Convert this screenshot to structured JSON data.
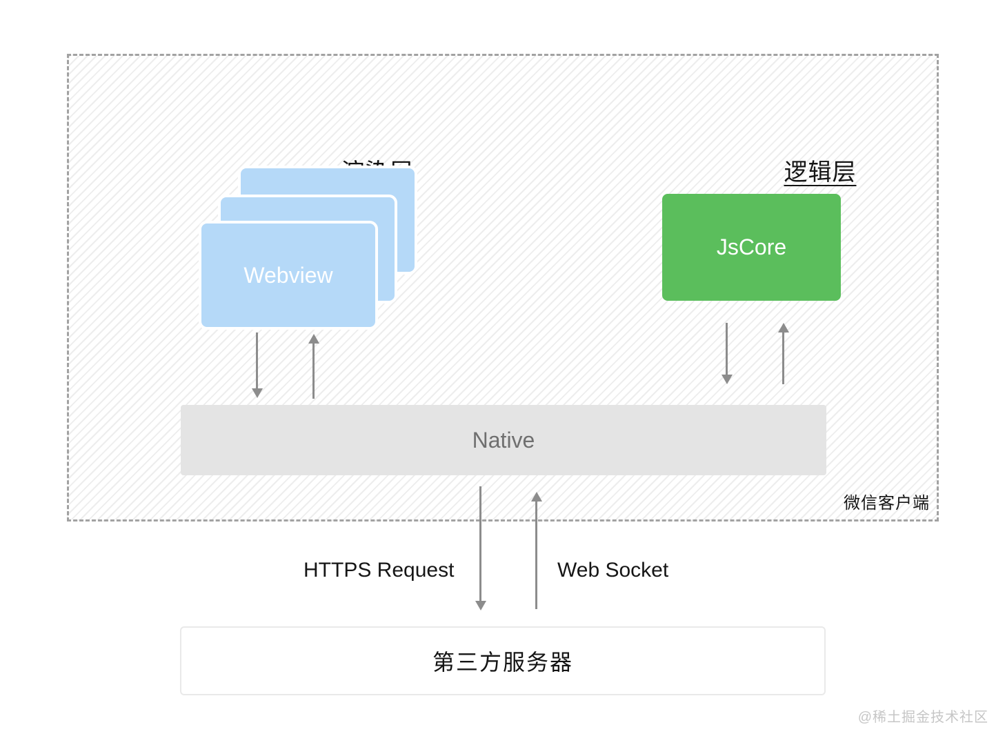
{
  "client": {
    "label": "微信客户端",
    "render_layer": {
      "title": "渲染层",
      "webview": {
        "label": "Webview"
      }
    },
    "logic_layer": {
      "title": "逻辑层",
      "jscore": {
        "label": "JsCore"
      }
    },
    "native": {
      "label": "Native"
    }
  },
  "connections": {
    "https_label": "HTTPS Request",
    "websocket_label": "Web Socket"
  },
  "server": {
    "label": "第三方服务器"
  },
  "watermark": "@稀土掘金技术社区",
  "colors": {
    "webview_blue": "#b5d9f8",
    "jscore_green": "#5bbe5c",
    "native_gray": "#e4e4e4",
    "arrow_gray": "#8c8c8c",
    "dashed_border_gray": "#a2a2a2",
    "hatch_line_gray": "#ededed",
    "server_border_gray": "#e9e9e9",
    "watermark_gray": "#c6c6c6"
  }
}
